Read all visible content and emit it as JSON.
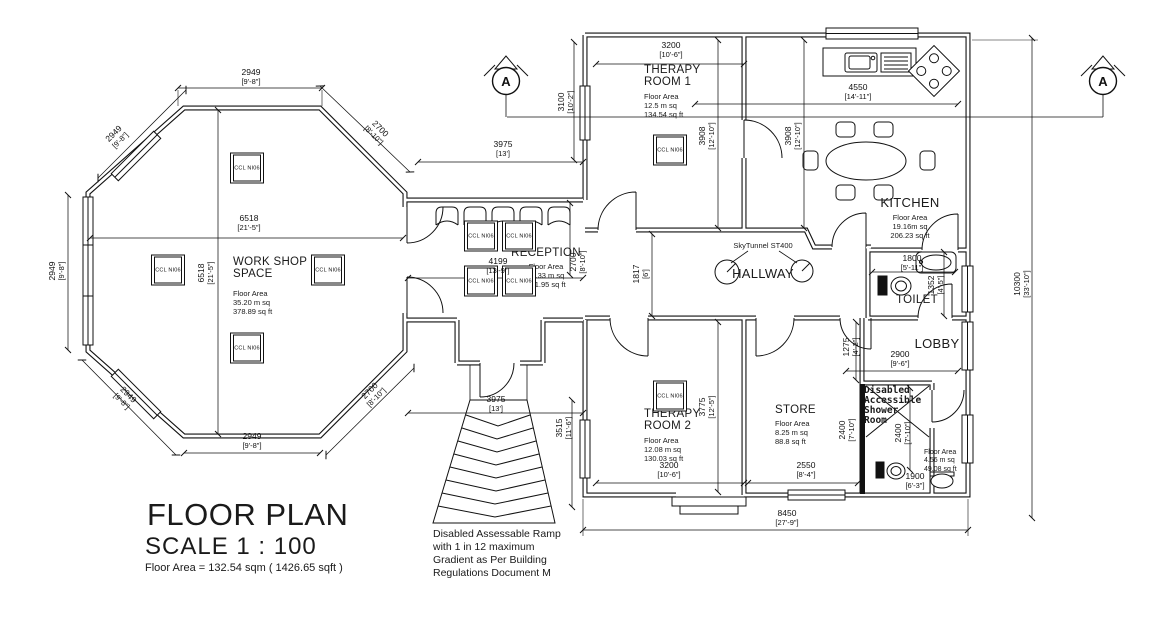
{
  "title_block": {
    "title": "FLOOR PLAN",
    "scale": "SCALE 1 : 100",
    "floor_area": "Floor Area = 132.54 sqm ( 1426.65 sqft )"
  },
  "notes": {
    "ramp": "Disabled Assessable Ramp\nwith 1 in 12 maximum\nGradient as Per Building\nRegulations Document M"
  },
  "section_markers": {
    "left": "A",
    "right": "A"
  },
  "ceiling_tag": "CCL NI06",
  "rooms": {
    "workshop": {
      "name": "WORK SHOP\nSPACE",
      "floor_area_label": "Floor Area",
      "area_m": "35.20 m sq",
      "area_ft": "378.89 sq ft"
    },
    "reception": {
      "name": "RECEPTION",
      "floor_area_label": "Floor Area",
      "area_m": "11.33 m sq",
      "area_ft": "121.95 sq ft"
    },
    "therapy1": {
      "name": "THERAPY\nROOM 1",
      "floor_area_label": "Floor Area",
      "area_m": "12.5 m sq",
      "area_ft": "134.54 sq ft"
    },
    "kitchen": {
      "name": "KITCHEN",
      "floor_area_label": "Floor Area",
      "area_m": "19.16m sq",
      "area_ft": "206.23 sq ft"
    },
    "hallway": {
      "name": "HALLWAY",
      "skytunnel": "SkyTunnel ST400"
    },
    "toilet": {
      "name": "TOILET"
    },
    "lobby": {
      "name": "LOBBY"
    },
    "therapy2": {
      "name": "THERAPY\nROOM 2",
      "floor_area_label": "Floor Area",
      "area_m": "12.08 m sq",
      "area_ft": "130.03 sq ft"
    },
    "store": {
      "name": "STORE",
      "floor_area_label": "Floor Area",
      "area_m": "8.25 m sq",
      "area_ft": "88.8 sq ft"
    },
    "shower": {
      "name": "Disabled\nAccessible\nShower\nRoom",
      "floor_area_label": "Floor Area",
      "area_m": "4.56 m sq",
      "area_ft": "49.08 sq ft"
    }
  },
  "dimensions": {
    "oct_top": {
      "mm": "2949",
      "ft": "[9'-8\"]"
    },
    "oct_diag_tl": {
      "mm": "2949",
      "ft": "[9'-8\"]"
    },
    "oct_diag_tr": {
      "mm": "2700",
      "ft": "[8'-10\"]"
    },
    "oct_left": {
      "mm": "2949",
      "ft": "[9'-8\"]"
    },
    "oct_width": {
      "mm": "6518",
      "ft": "[21'-5\"]"
    },
    "oct_height": {
      "mm": "6518",
      "ft": "[21'-5\"]"
    },
    "oct_diag_bl": {
      "mm": "2949",
      "ft": "[9'-8\"]"
    },
    "oct_bottom": {
      "mm": "2949",
      "ft": "[9'-8\"]"
    },
    "oct_diag_br": {
      "mm": "2700",
      "ft": "[8'-10\"]"
    },
    "corridor_top": {
      "mm": "3975",
      "ft": "[13']"
    },
    "reception_len": {
      "mm": "4199",
      "ft": "[13'-9\"]"
    },
    "reception_dep": {
      "mm": "2700",
      "ft": "[8'-10\"]"
    },
    "ramp_top": {
      "mm": "3975",
      "ft": "[13']"
    },
    "ramp_side": {
      "mm": "3515",
      "ft": "[11'-6\"]"
    },
    "t1_width": {
      "mm": "3200",
      "ft": "[10'-6\"]"
    },
    "west_upper": {
      "mm": "3100",
      "ft": "[10'-2\"]"
    },
    "kitchen_width": {
      "mm": "4550",
      "ft": "[14'-11\"]"
    },
    "t1_depth": {
      "mm": "3908",
      "ft": "[12'-10\"]"
    },
    "hall_depth": {
      "mm": "3908",
      "ft": "[12'-10\"]"
    },
    "hall_width": {
      "mm": "1817",
      "ft": "[6']"
    },
    "toilet_width": {
      "mm": "1800",
      "ft": "[5'-11\"]"
    },
    "toilet_depth": {
      "mm": "1352",
      "ft": "[4'-5\"]"
    },
    "east_total": {
      "mm": "10300",
      "ft": "[33'-10\"]"
    },
    "lobby_width": {
      "mm": "2900",
      "ft": "[9'-6\"]"
    },
    "lobby_door": {
      "mm": "1275",
      "ft": "[4'-2\"]"
    },
    "t2_depth": {
      "mm": "3775",
      "ft": "[12'-5\"]"
    },
    "store_depth": {
      "mm": "2400",
      "ft": "[7'-10\"]"
    },
    "shower_depth": {
      "mm": "2400",
      "ft": "[7'-10\"]"
    },
    "t2_width": {
      "mm": "3200",
      "ft": "[10'-6\"]"
    },
    "store_width": {
      "mm": "2550",
      "ft": "[8'-4\"]"
    },
    "shower_width": {
      "mm": "1900",
      "ft": "[6'-3\"]"
    },
    "south_total": {
      "mm": "8450",
      "ft": "[27'-9\"]"
    }
  }
}
